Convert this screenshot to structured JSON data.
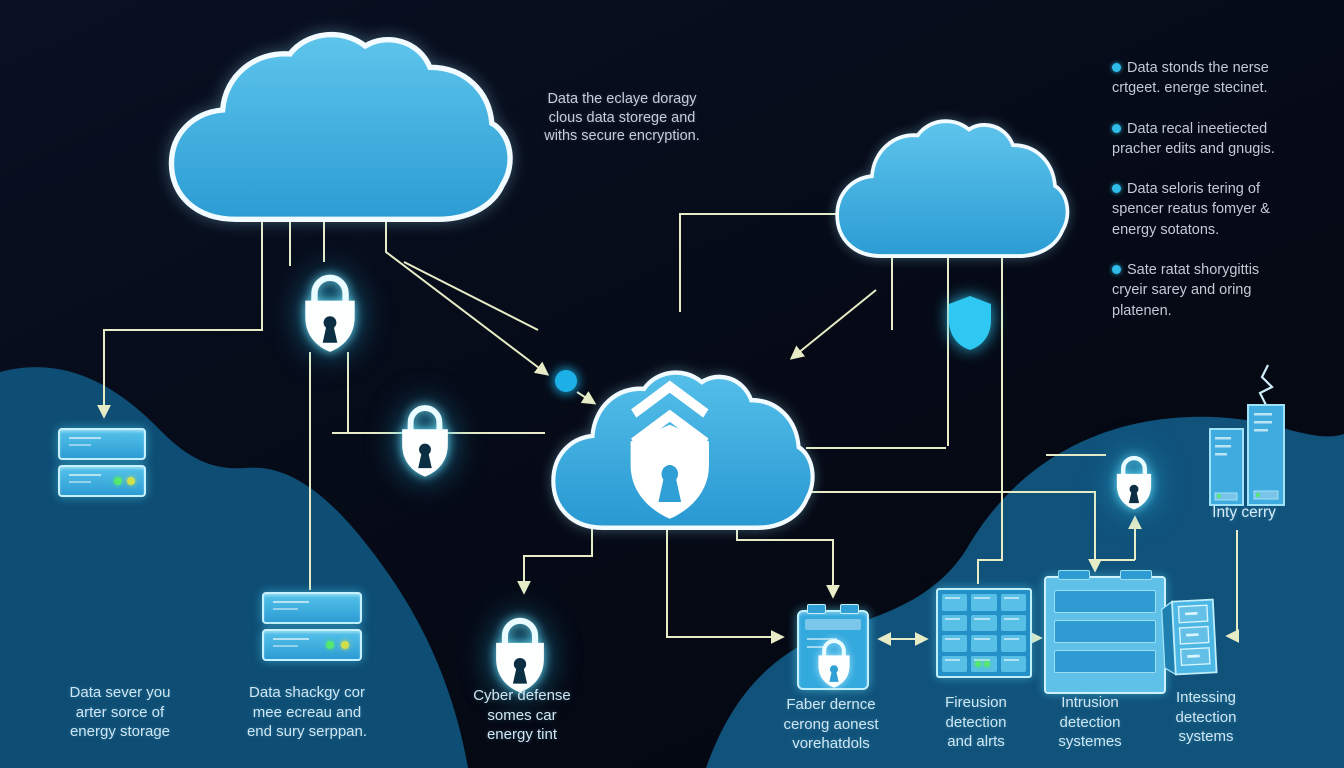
{
  "colors": {
    "line": "#e7ecc6",
    "hill": "#0e4d74",
    "hill_right": "#10527a",
    "cloud_fill": "#36a9de",
    "lock_glow": "#43d6f4",
    "bullet_dot": "#2fbce9",
    "background": "#060b16",
    "label_text": "#cfe7f3"
  },
  "icons": {
    "cloud": "svg-cloud-shape",
    "cloud_shield": "svg-cloud-with-shield-keyhole-chevrons",
    "padlock": "svg-glowing-padlock",
    "shield": "svg-solid-shield",
    "server": "css-glowing-server-bars",
    "arrow": "svg-pale-yellow-arrow",
    "node_dot": "css-cyan-circle"
  },
  "intro": {
    "text": "Data the eclaye doragy\nclous data storege and\nwiths secure encryption."
  },
  "bullets": [
    {
      "text": "Data stonds the nerse crtgeet. energe stecinet."
    },
    {
      "text": "Data recal ineetiected pracher edits and gnugis."
    },
    {
      "text": "Data seloris tering of spencer reatus fomyer & energy sotatons."
    },
    {
      "text": "Sate ratat shorygittis cryeir sarey and oring platenen."
    }
  ],
  "labels": {
    "server_left": "Data sever you\narter sorce of\nenergy storage",
    "server_mid": "Data shackgy cor\nmee ecreau and\nend sury serppan.",
    "cyber": "Cyber defense\nsomes car\nenergy tint",
    "faber": "Faber dernce\ncerong aonest\nvorehatdols",
    "fireusion": "Fireusion\ndetection\nand alrts",
    "intrusion": "Intrusion\ndetection\nsystemes",
    "intessing": "Intessing\ndetection\nsystems",
    "inty": "Inty cerry"
  }
}
